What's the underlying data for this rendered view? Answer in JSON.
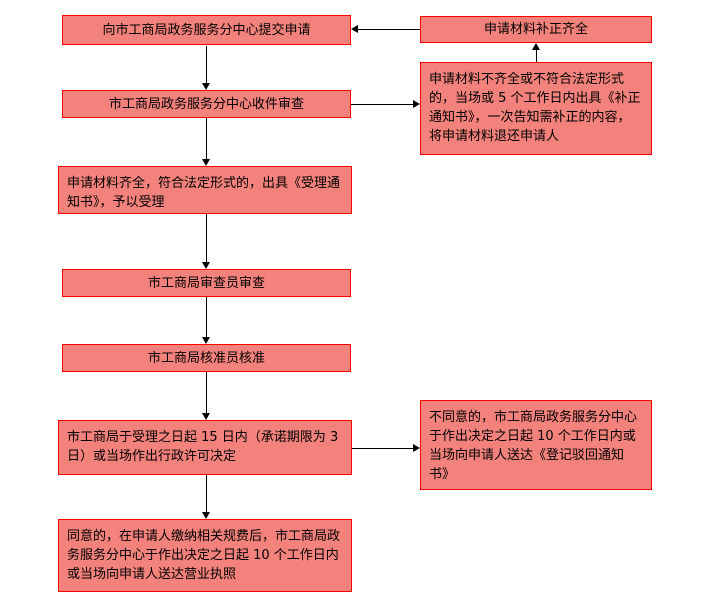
{
  "colors": {
    "node_fill": "#f3827c",
    "node_border": "#ff0000",
    "arrow": "#000000",
    "background": "#ffffff"
  },
  "flowchart": {
    "type": "process-flow",
    "direction": "top-down"
  },
  "nodes": {
    "submit": {
      "label": "向市工商局政务服务分中心提交申请"
    },
    "supplement_complete": {
      "label": "申请材料补正齐全"
    },
    "receive_review": {
      "label": "市工商局政务服务分中心收件审查"
    },
    "incomplete_notice": {
      "label": "申请材料不齐全或不符合法定形式的，当场或 5 个工作日内出具《补正通知书》，一次告知需补正的内容，将申请材料退还申请人"
    },
    "accept": {
      "label": "申请材料齐全，符合法定形式的，出具《受理通知书》，予以受理"
    },
    "examiner_review": {
      "label": "市工商局审查员审查"
    },
    "approver_approve": {
      "label": "市工商局核准员核准"
    },
    "decision": {
      "label": "市工商局于受理之日起 15 日内（承诺期限为 3 日）或当场作出行政许可决定"
    },
    "reject": {
      "label": "不同意的，市工商局政务服务分中心于作出决定之日起 10 个工作日内或当场向申请人送达《登记驳回通知书》"
    },
    "license": {
      "label": "同意的，在申请人缴纳相关规费后，市工商局政务服务分中心于作出决定之日起 10 个工作日内或当场向申请人送达营业执照"
    }
  }
}
